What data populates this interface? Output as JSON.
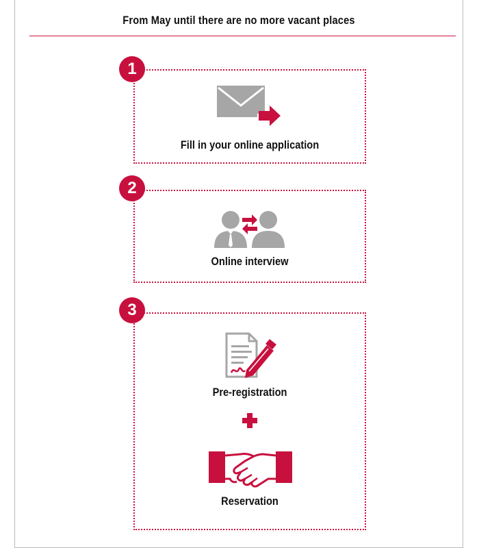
{
  "header": {
    "title": "From May until there are no more vacant places"
  },
  "steps": [
    {
      "number": "1",
      "label": "Fill in your online application",
      "icon": "envelope-send-icon"
    },
    {
      "number": "2",
      "label": "Online interview",
      "icon": "people-exchange-icon"
    },
    {
      "number": "3",
      "labels": [
        "Pre-registration",
        "Reservation"
      ],
      "icons": [
        "signed-document-icon",
        "handshake-icon"
      ],
      "joiner": "plus-icon"
    }
  ],
  "colors": {
    "accent": "#c8103e",
    "icon_gray": "#a6a6a6",
    "text": "#111111",
    "border": "#b9b9b9"
  }
}
